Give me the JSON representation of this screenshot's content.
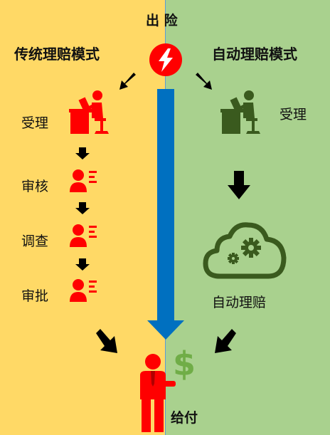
{
  "header": {
    "title": "出 险",
    "bolt_icon": "lightning-bolt-icon"
  },
  "left": {
    "title": "传统理赔模式",
    "steps": [
      "受理",
      "审核",
      "调查",
      "审批"
    ],
    "color": "#FF0000"
  },
  "right": {
    "title": "自动理赔模式",
    "accept_label": "受理",
    "cloud_label": "自动理赔",
    "color": "#3A5A1E"
  },
  "payout": {
    "label": "给付",
    "dollar": "$"
  },
  "colors": {
    "left_bg": "#FFD966",
    "right_bg": "#A9D18E",
    "arrow_blue": "#0070C0",
    "red": "#FF0000",
    "dark_green": "#3A5A1E",
    "dollar_green": "#70AD47"
  }
}
